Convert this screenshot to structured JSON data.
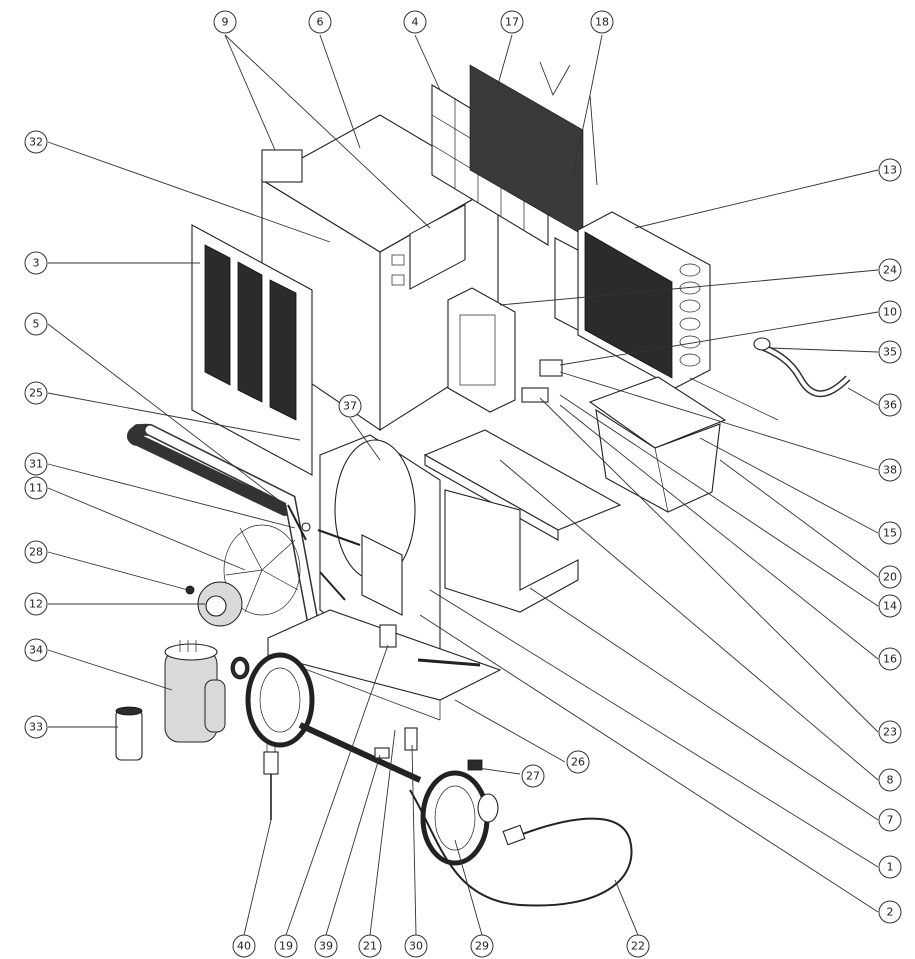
{
  "diagram": {
    "type": "exploded-parts-view",
    "callouts": [
      "1",
      "2",
      "3",
      "4",
      "5",
      "6",
      "7",
      "8",
      "9",
      "10",
      "11",
      "12",
      "13",
      "14",
      "15",
      "16",
      "17",
      "18",
      "19",
      "20",
      "21",
      "22",
      "23",
      "24",
      "25",
      "26",
      "27",
      "28",
      "29",
      "30",
      "31",
      "32",
      "33",
      "34",
      "35",
      "36",
      "37",
      "38",
      "39",
      "40"
    ]
  }
}
